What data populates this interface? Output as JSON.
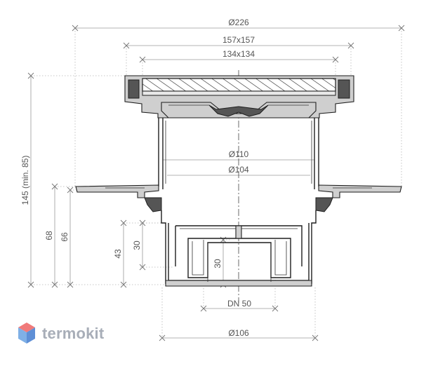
{
  "dimensions": {
    "d226": "Ø226",
    "sq157": "157x157",
    "sq134": "134x134",
    "d110": "Ø110",
    "d104": "Ø104",
    "h145": "145 (min. 85)",
    "h68": "68",
    "h66": "66",
    "h43": "43",
    "h30a": "30",
    "h30b": "30",
    "dn50": "DN 50",
    "d106": "Ø106"
  },
  "brand": {
    "name": "termokit",
    "colors": {
      "top": "#f07a7a",
      "left": "#7fb0e6",
      "right": "#5e8fd6"
    }
  }
}
